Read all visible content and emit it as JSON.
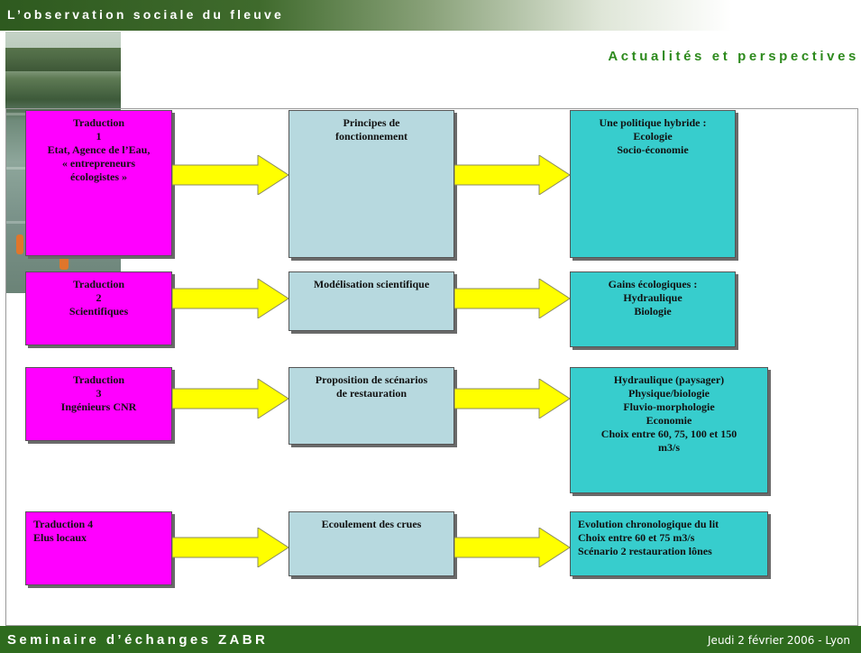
{
  "header": {
    "title": "L’observation sociale du fleuve"
  },
  "subtitle": "Actualités et perspectives",
  "rows": [
    {
      "left": [
        "Traduction",
        "1",
        "Etat, Agence de l’Eau,",
        "« entrepreneurs",
        "écologistes »"
      ],
      "middle": [
        "Principes de",
        "fonctionnement"
      ],
      "right": [
        "Une politique hybride :",
        "Ecologie",
        "Socio-économie"
      ]
    },
    {
      "left": [
        "Traduction",
        "2",
        "Scientifiques"
      ],
      "middle": [
        "Modélisation scientifique"
      ],
      "right": [
        "Gains écologiques :",
        "Hydraulique",
        "Biologie"
      ]
    },
    {
      "left": [
        "Traduction",
        "3",
        "Ingénieurs CNR"
      ],
      "middle": [
        "Proposition de scénarios",
        "de restauration"
      ],
      "right": [
        "Hydraulique (paysager)",
        "Physique/biologie",
        "Fluvio-morphologie",
        "Economie",
        "Choix entre 60, 75, 100 et 150",
        "m3/s"
      ]
    },
    {
      "left": [
        "Traduction 4",
        "Elus locaux"
      ],
      "middle": [
        "Ecoulement des crues"
      ],
      "right": [
        "Evolution chronologique du lit",
        "Choix entre 60 et 75 m3/s",
        "Scénario 2 restauration lônes"
      ]
    }
  ],
  "footer": {
    "left": "Seminaire d’échanges ZABR",
    "right": "Jeudi 2 février 2006 - Lyon"
  },
  "colors": {
    "magenta": "#ff00ff",
    "grey_box": "#b7d9df",
    "teal_box": "#37cdcd",
    "arrow": "#ffff00",
    "header_green": "#2e6b1e"
  },
  "icons": {
    "photo": "river-photo"
  }
}
